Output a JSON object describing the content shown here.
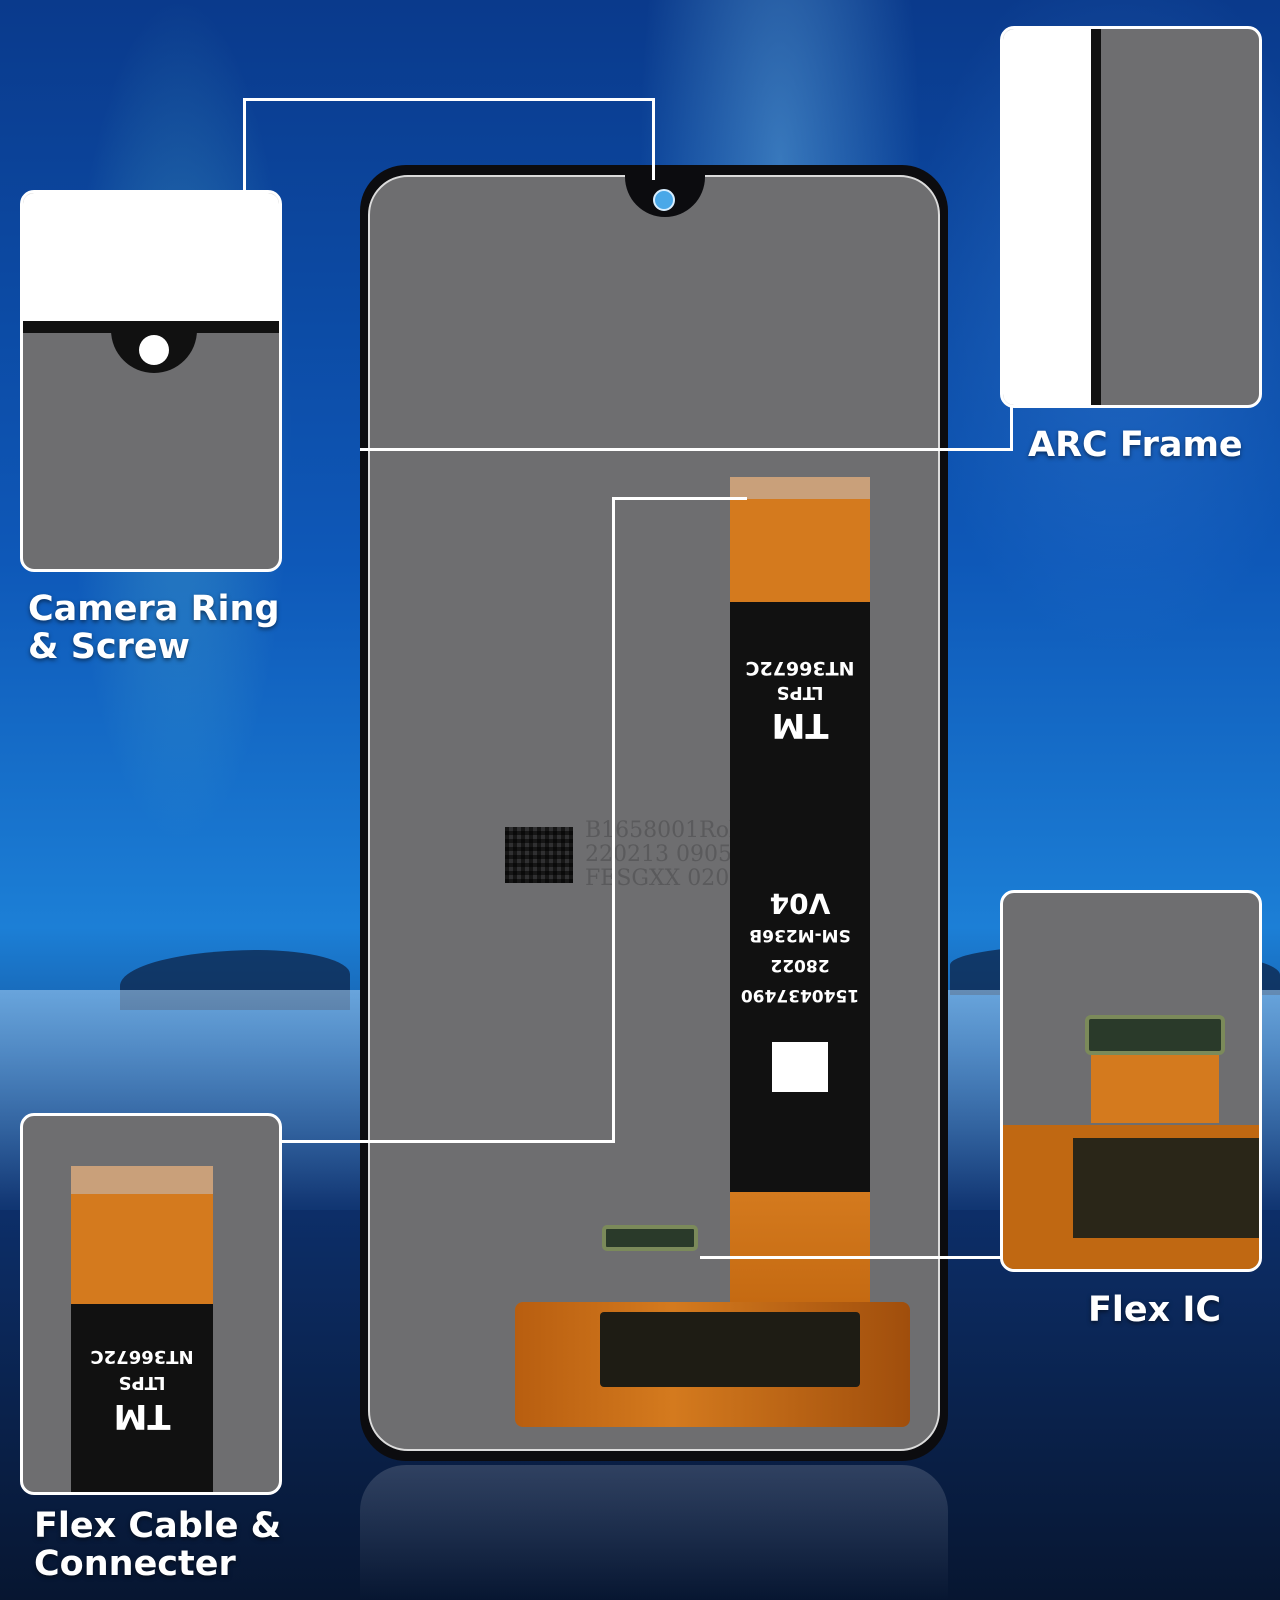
{
  "labels": {
    "camera": "Camera Ring\n& Screw",
    "arc": "ARC Frame",
    "flex_ic": "Flex IC",
    "flex_cable": "Flex Cable &\nConnecter"
  },
  "screen_sticker": {
    "lines": "B1658001Rol\n220213 0905\nFESGXX 020"
  },
  "flex_cable_text": {
    "part": "NT36672C",
    "tech": "LTPS",
    "brand": "TM",
    "version": "V04",
    "model": "SM-M236B",
    "date": "28022",
    "serial": "1540437490"
  },
  "colors": {
    "label_text": "#ffffff",
    "panel_gray": "#6e6e70",
    "flex_orange": "#d47a1e"
  }
}
